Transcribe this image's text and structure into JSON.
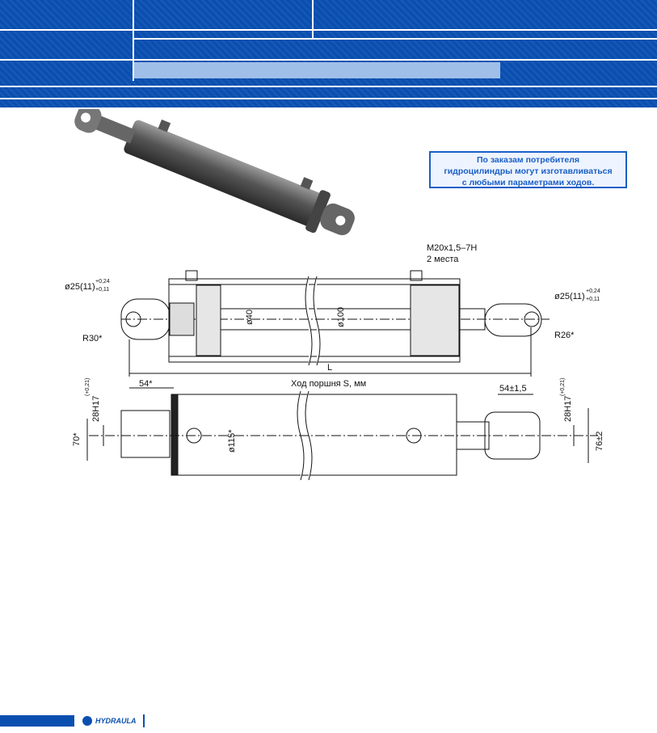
{
  "note": {
    "line1": "По заказам потребителя",
    "line2": "гидроцилиндры могут изготавливаться",
    "line3": "с любыми параметрами ходов."
  },
  "dims": {
    "thread": "M20x1,5–7H",
    "thread_count": "2 места",
    "pin_left": "ø25(11)",
    "pin_left_tol_up": "+0,24",
    "pin_left_tol_dn": "+0,11",
    "pin_right": "ø25(11)",
    "pin_right_tol_up": "+0,24",
    "pin_right_tol_dn": "+0,11",
    "r_left": "R30*",
    "r_right": "R26*",
    "rod_dia": "ø40",
    "bore_dia": "ø100",
    "length": "L",
    "stroke": "Ход поршня S, мм",
    "left_offset": "54*",
    "right_offset": "54±1,5",
    "slot_left": "28H17",
    "slot_left_tol": "(+0,21)",
    "slot_right": "28H17",
    "slot_right_tol": "(+0,21)",
    "height_left": "70*",
    "height_right": "76±2",
    "body_dia": "ø115*"
  },
  "footer": {
    "logo_text": "HYDRAULA"
  }
}
